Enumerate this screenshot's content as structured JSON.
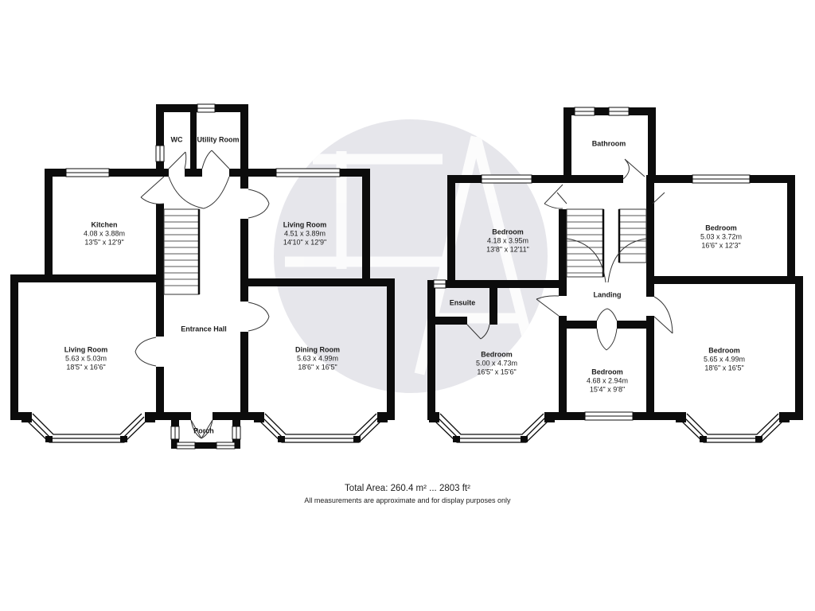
{
  "watermark": {
    "letters": "FA",
    "circle_color": "#3b3b66",
    "letter_color": "#ffffff"
  },
  "colors": {
    "wall": "#0c0c0c",
    "background": "#ffffff",
    "text": "#1c1c1c"
  },
  "floors": {
    "ground": {
      "rooms": [
        {
          "id": "wc",
          "name": "WC"
        },
        {
          "id": "utility",
          "name": "Utility Room"
        },
        {
          "id": "kitchen",
          "name": "Kitchen",
          "metric": "4.08 x 3.88m",
          "imperial": "13'5\" x 12'9\""
        },
        {
          "id": "living-top",
          "name": "Living Room",
          "metric": "4.51 x 3.89m",
          "imperial": "14'10\" x 12'9\""
        },
        {
          "id": "living-bottom",
          "name": "Living Room",
          "metric": "5.63 x 5.03m",
          "imperial": "18'5\" x 16'6\""
        },
        {
          "id": "entrance-hall",
          "name": "Entrance Hall"
        },
        {
          "id": "dining",
          "name": "Dining Room",
          "metric": "5.63 x 4.99m",
          "imperial": "18'6\" x 16'5\""
        },
        {
          "id": "porch",
          "name": "Porch"
        }
      ]
    },
    "first": {
      "rooms": [
        {
          "id": "bathroom",
          "name": "Bathroom"
        },
        {
          "id": "bed-left",
          "name": "Bedroom",
          "metric": "4.18 x 3.95m",
          "imperial": "13'8\" x 12'11\""
        },
        {
          "id": "bed-top-right",
          "name": "Bedroom",
          "metric": "5.03 x 3.72m",
          "imperial": "16'6\" x 12'3\""
        },
        {
          "id": "ensuite",
          "name": "Ensuite"
        },
        {
          "id": "bed-bottom-left",
          "name": "Bedroom",
          "metric": "5.00 x 4.73m",
          "imperial": "16'5\" x 15'6\""
        },
        {
          "id": "landing",
          "name": "Landing"
        },
        {
          "id": "bed-middle",
          "name": "Bedroom",
          "metric": "4.68 x 2.94m",
          "imperial": "15'4\" x 9'8\""
        },
        {
          "id": "bed-bottom-right",
          "name": "Bedroom",
          "metric": "5.65 x 4.99m",
          "imperial": "18'6\" x 16'5\""
        }
      ]
    }
  },
  "footer": {
    "total_area": "Total Area: 260.4 m² ... 2803 ft²",
    "disclaimer": "All measurements are approximate and for display purposes only"
  }
}
